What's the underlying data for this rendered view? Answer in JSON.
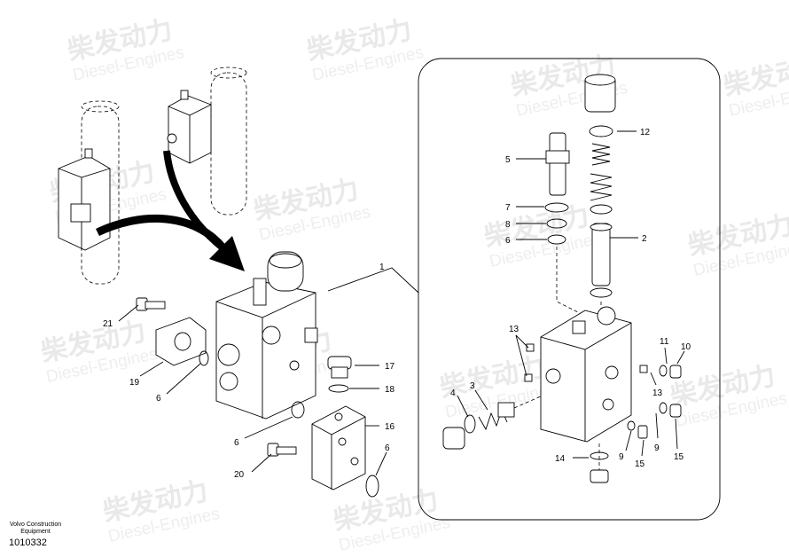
{
  "watermark": {
    "cn": "柴发动力",
    "en": "Diesel-Engines"
  },
  "callouts": {
    "c1": "1",
    "c2": "2",
    "c3": "3",
    "c4": "4",
    "c5": "5",
    "c6a": "6",
    "c6b": "6",
    "c6c": "6",
    "c6d": "6",
    "c7": "7",
    "c8": "8",
    "c9a": "9",
    "c9b": "9",
    "c10": "10",
    "c11": "11",
    "c12": "12",
    "c13a": "13",
    "c13b": "13",
    "c14": "14",
    "c15a": "15",
    "c15b": "15",
    "c16": "16",
    "c17": "17",
    "c18": "18",
    "c19": "19",
    "c20": "20",
    "c21": "21"
  },
  "footer": {
    "brand": "Volvo Construction Equipment",
    "drawing_number": "1010332"
  }
}
